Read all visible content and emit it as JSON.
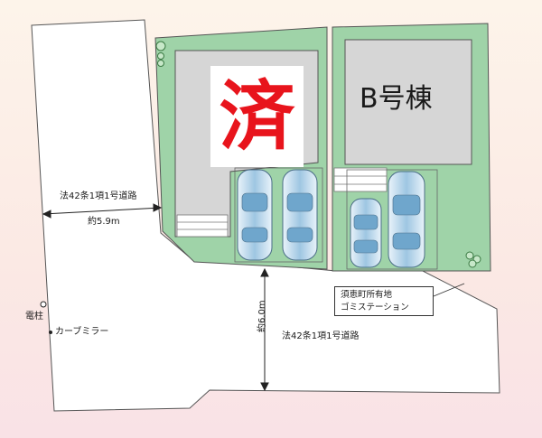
{
  "lots": {
    "lot_a_status": "済",
    "lot_b_label": "B号棟"
  },
  "roads": {
    "left_road_label": "法42条1項1号道路",
    "left_road_width": "約5.9m",
    "bottom_road_label": "法42条1項1号道路",
    "bottom_road_width": "約6.0m"
  },
  "landmarks": {
    "pole_label": "電柱",
    "mirror_label": "カーブミラー",
    "gomi_owner": "須恵町所有地",
    "gomi_station": "ゴミステーション"
  },
  "colors": {
    "lot_green": "#9fd3a8",
    "building_gray": "#d6d6d6",
    "sold_red": "#e8141c",
    "car_blue": "#a9cde6"
  }
}
